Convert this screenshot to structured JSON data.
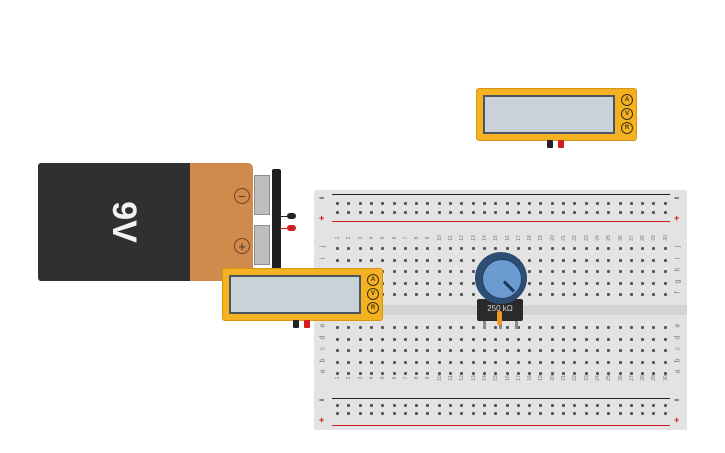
{
  "battery": {
    "label": "9V",
    "minus_symbol": "−",
    "plus_symbol": "+"
  },
  "multimeter_top": {
    "buttons": [
      "A",
      "V",
      "R"
    ],
    "screen_text": ""
  },
  "multimeter_left": {
    "buttons": [
      "A",
      "V",
      "R"
    ],
    "screen_text": ""
  },
  "breadboard": {
    "rail_minus": "−",
    "rail_plus": "+",
    "columns": [
      "1",
      "2",
      "3",
      "4",
      "5",
      "6",
      "7",
      "8",
      "9",
      "10",
      "11",
      "12",
      "13",
      "14",
      "15",
      "16",
      "17",
      "18",
      "19",
      "20",
      "21",
      "22",
      "23",
      "24",
      "25",
      "26",
      "27",
      "28",
      "29",
      "30"
    ],
    "rows_top": [
      "j",
      "i",
      "h",
      "g",
      "f"
    ],
    "rows_bottom": [
      "e",
      "d",
      "c",
      "b",
      "a"
    ]
  },
  "potentiometer": {
    "label": "250 kΩ"
  },
  "colors": {
    "battery_body": "#303030",
    "battery_cap": "#d08a4b",
    "multimeter": "#f4b222",
    "probe_black": "#222222",
    "probe_red": "#d11f1f",
    "rail_red": "#c81e1e",
    "rail_black": "#222222",
    "pot_knob": "#6b9bd0",
    "wire": "#f09a20"
  }
}
